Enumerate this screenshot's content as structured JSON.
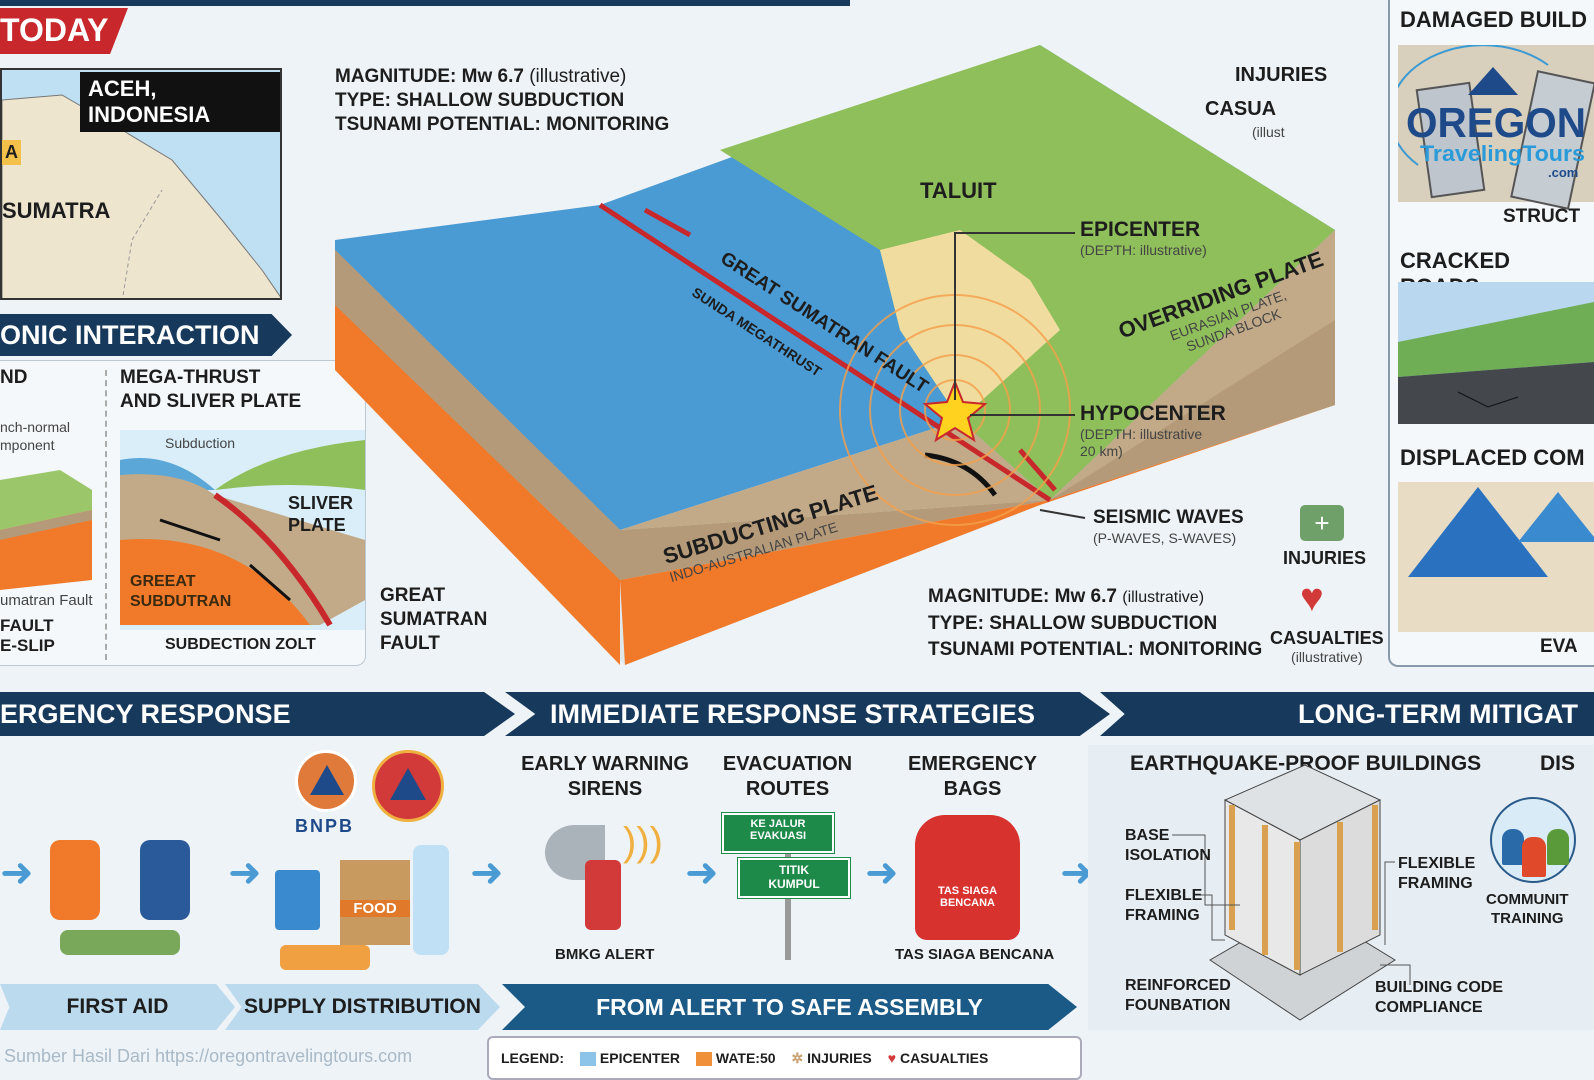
{
  "header": {
    "today": "TODAY"
  },
  "map": {
    "region": "ACEH, INDONESIA",
    "island": "SUMATRA",
    "partial": "A"
  },
  "tectonic": {
    "title": "ONIC INTERACTION",
    "left": {
      "title": "ND",
      "note": "nch-normal\nmponent",
      "fault_small": "umatran Fault",
      "fault": "FAULT",
      "slip": "E-SLIP"
    },
    "mega": {
      "title": "MEGA-THRUST\nAND SLIVER PLATE",
      "subduction": "Subduction",
      "sliver": "SLIVER\nPLATE",
      "greeat": "GREEAT\nSUBDUTRAN",
      "zone": "SUBDECTION ZOLT",
      "fault": "GREAT\nSUMATRAN\nFAULT"
    }
  },
  "quake_top": {
    "magnitude_label": "MAGNITUDE: Mw 6.7",
    "magnitude_note": "(illustrative)",
    "type": "TYPE: SHALLOW SUBDUCTION",
    "tsunami": "TSUNAMI POTENTIAL: MONITORING"
  },
  "block": {
    "taluit": "TALUIT",
    "fault": "GREAT SUMATRAN FAULT",
    "megathrust": "SUNDA MEGATHRUST",
    "epicenter": "EPICENTER",
    "epicenter_depth": "(DEPTH: illustrative)",
    "overriding": "OVERRIDING PLATE",
    "overriding_sub": "EURASIAN PLATE,\nSUNDA BLOCK",
    "hypocenter": "HYPOCENTER",
    "hypocenter_depth": "(DEPTH: illustrative\n20 km)",
    "subducting": "SUBDUCTING PLATE",
    "subducting_sub": "INDO-AUSTRALIAN PLATE",
    "waves": "SEISMIC WAVES",
    "waves_sub": "(P-WAVES, S-WAVES)"
  },
  "quake_bottom": {
    "magnitude_label": "MAGNITUDE: Mw 6.7",
    "magnitude_note": "(illustrative)",
    "type": "TYPE: SHALLOW SUBDUCTION",
    "tsunami": "TSUNAMI POTENTIAL: MONITORING"
  },
  "impact_icons": {
    "injuries": "INJURIES",
    "casualties": "CASUALTIES",
    "casualties_note": "(illustrative)",
    "top_injuries": "INJURIES",
    "top_casualties": "CASUA",
    "top_note": "(illust"
  },
  "logo": {
    "line1": "OREGON",
    "line2": "TravelingTours",
    ".com": ".com"
  },
  "right_panel": {
    "damaged": "DAMAGED BUILD",
    "structural": "STRUCT",
    "roads": "CRACKED ROADS",
    "displaced": "DISPLACED COM",
    "eva": "EVA"
  },
  "bottom": {
    "emergency": {
      "title": "ERGENCY RESPONSE",
      "bnpb": "BNPB",
      "first_aid": "FIRST AID",
      "supply": "SUPPLY DISTRIBUTION",
      "food": "FOOD"
    },
    "immediate": {
      "title": "IMMEDIATE RESPONSE STRATEGIES",
      "items": [
        {
          "label": "EARLY WARNING\nSIRENS",
          "caption": "BMKG ALERT"
        },
        {
          "label": "EVACUATION\nROUTES",
          "sign1": "KE JALUR\nEVAKUASI",
          "sign2": "TITIK\nKUMPUL"
        },
        {
          "label": "EMERGENCY\nBAGS",
          "caption": "TAS SIAGA BENCANA",
          "bag": "TAS SIAGA\nBENCANA"
        }
      ],
      "banner": "FROM ALERT TO SAFE ASSEMBLY"
    },
    "longterm": {
      "title": "LONG-TERM MITIGAT",
      "buildings": "EARTHQUAKE-PROOF BUILDINGS",
      "base": "BASE\nISOLATION",
      "flex_left": "FLEXIBLE\nFRAMING",
      "flex_right": "FLEXIBLE\nFRAMING",
      "foundation": "REINFORCED\nFOUNBATION",
      "code": "BUILDING CODE\nCOMPLIANCE",
      "dis": "DIS",
      "community": "COMMUNIT\nTRAINING"
    }
  },
  "watermark": "Sumber Hasil Dari https://oregontravelingtours.com",
  "legend": {
    "title": "LEGEND:",
    "items": [
      {
        "label": "EPICENTER",
        "color": "#8cc3e8"
      },
      {
        "label": "WATE:50",
        "color": "#f0913a"
      },
      {
        "label": "INJURIES",
        "color": "#c8a070"
      },
      {
        "label": "CASUALTIES",
        "color": "#d23a3a"
      }
    ]
  },
  "colors": {
    "navy": "#17395c",
    "red": "#c8282c",
    "ocean": "#3f8fc9",
    "land": "#8fbf5a",
    "mantle": "#f07a2a"
  }
}
